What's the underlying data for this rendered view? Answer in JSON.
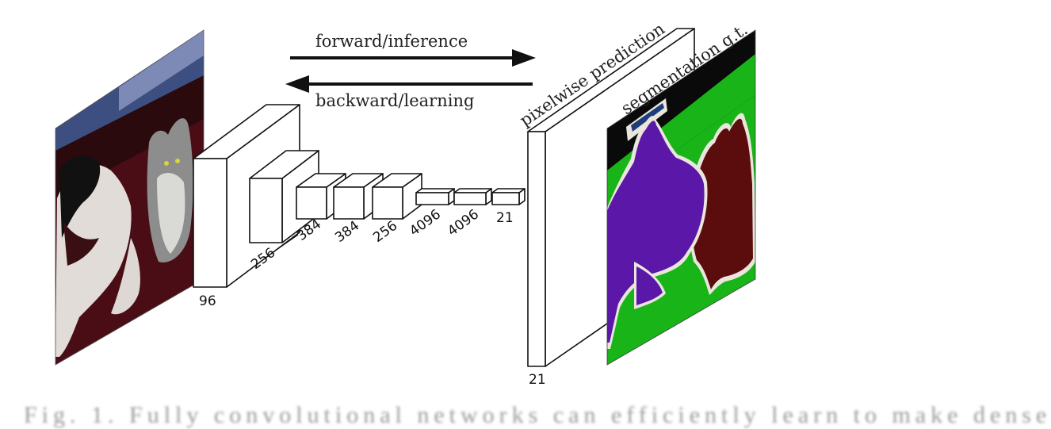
{
  "arrows": {
    "forward": "forward/inference",
    "backward": "backward/learning"
  },
  "output_labels": {
    "prediction": "pixelwise prediction",
    "ground_truth": "segmentation g.t."
  },
  "layers": [
    "96",
    "256",
    "384",
    "384",
    "256",
    "4096",
    "4096",
    "21"
  ],
  "output_channels": "21",
  "caption": "Fig. 1. Fully convolutional networks can efficiently learn to make dense",
  "colors": {
    "dog_class": "#5a17a8",
    "cat_class": "#5b0d0d",
    "background_class": "#0a0a0a",
    "boundary_class": "#eae6dd",
    "person_patch": "#1e3d7a",
    "grass_green": "#18b418"
  }
}
